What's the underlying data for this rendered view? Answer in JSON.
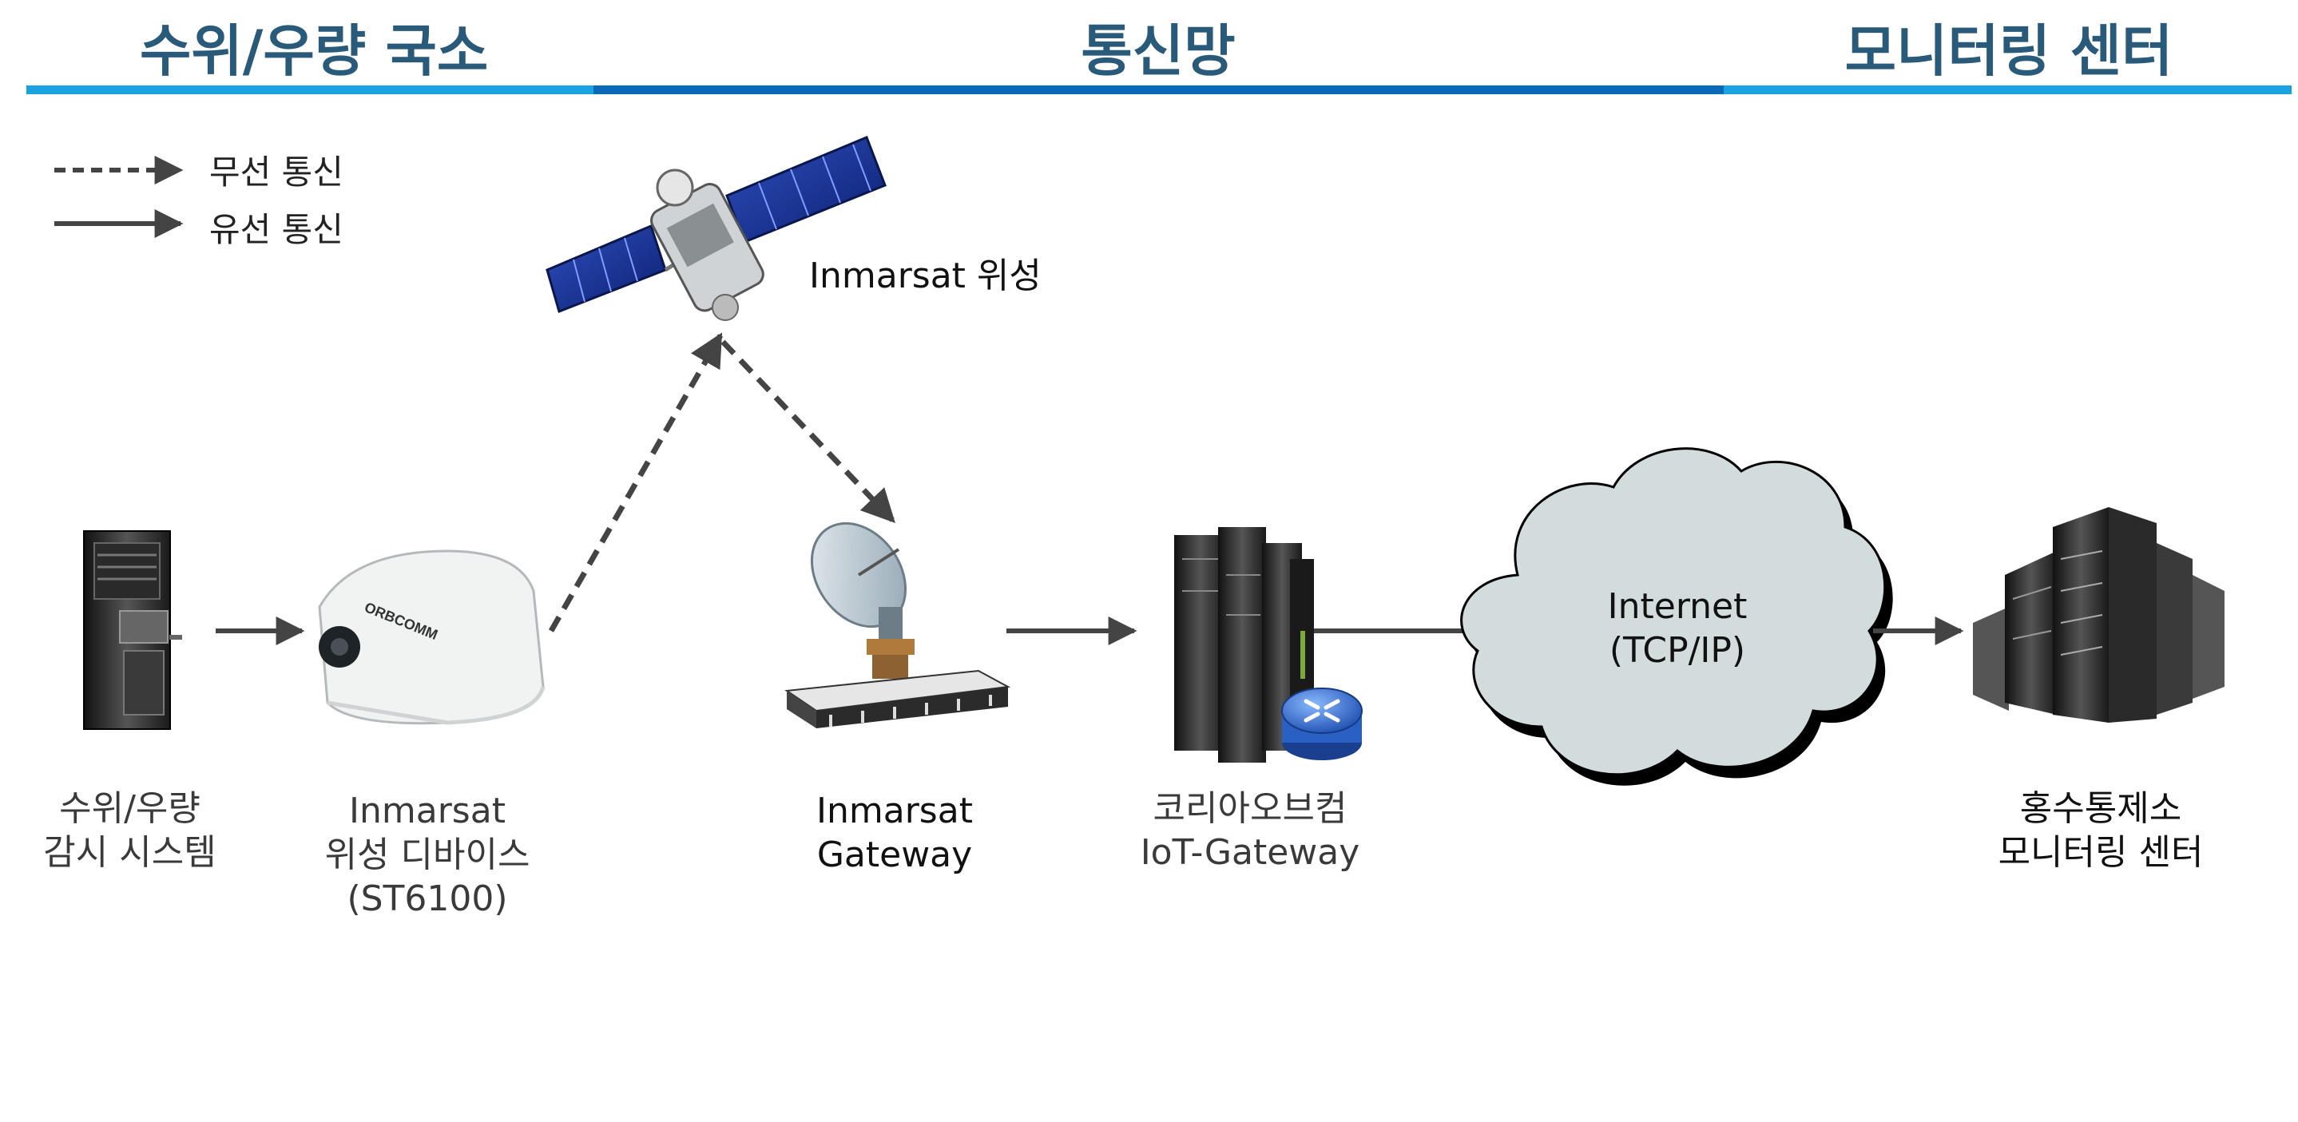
{
  "sections": {
    "station": "수위/우량 국소",
    "network": "통신망",
    "monitoring": "모니터링 센터"
  },
  "legend": {
    "wireless": "무선 통신",
    "wired": "유선 통신"
  },
  "satellite_label": "Inmarsat 위성",
  "cloud": {
    "line1": "Internet",
    "line2": "(TCP/IP)"
  },
  "device_brand": "ORBCOMM",
  "nodes": {
    "monitor_system": {
      "line1": "수위/우량",
      "line2": "감시 시스템"
    },
    "sat_device": {
      "line1": "Inmarsat",
      "line2": "위성 디바이스",
      "line3": "(ST6100)"
    },
    "gateway": {
      "line1": "Inmarsat",
      "line2": "Gateway"
    },
    "iot_gateway": {
      "line1": "코리아오브컴",
      "line2": "IoT-Gateway"
    },
    "center": {
      "line1": "홍수통제소",
      "line2": "모니터링 센터"
    }
  },
  "colors": {
    "title_text": "#2a5a7a",
    "bar_light": "#1aa3e0",
    "bar_dark": "#0b6ab8",
    "cloud_fill": "#d2dcdc",
    "arrow": "#444444"
  }
}
